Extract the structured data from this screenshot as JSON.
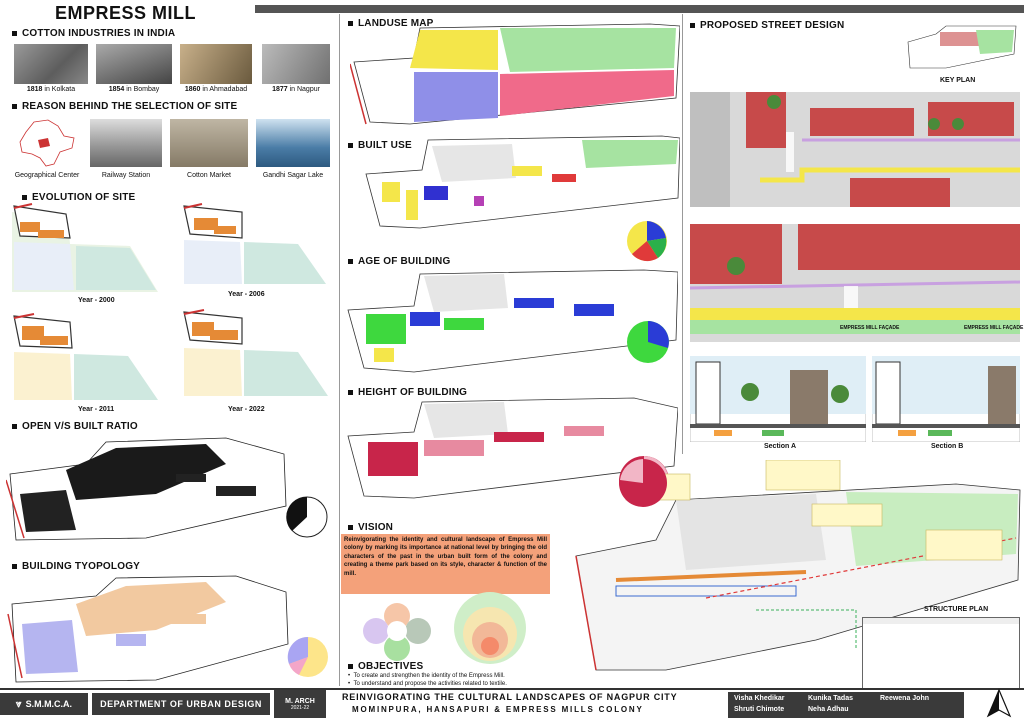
{
  "title": "EMPRESS MILL",
  "sections": {
    "cotton": "COTTON INDUSTRIES IN INDIA",
    "reason": "REASON  BEHIND THE SELECTION OF SITE",
    "evolution": "EVOLUTION OF SITE",
    "open_ratio": "OPEN V/S BUILT RATIO",
    "typology": "BUILDING TYOPOLOGY",
    "landuse": "LANDUSE MAP",
    "built_use": "BUILT USE",
    "age": "AGE OF BUILDING",
    "height": "HEIGHT OF BUILDING",
    "vision": "VISION",
    "objectives": "OBJECTIVES",
    "street": "PROPOSED STREET DESIGN",
    "structure_plan": "STRUCTURE PLAN",
    "key_plan": "KEY PLAN"
  },
  "cotton_items": [
    {
      "year": "1818",
      "place": " in Kolkata"
    },
    {
      "year": "1854",
      "place": " in Bombay"
    },
    {
      "year": "1860",
      "place": " in Ahmadabad"
    },
    {
      "year": "1877",
      "place": " in Nagpur"
    }
  ],
  "reason_items": [
    "Geographical Center",
    "Railway Station",
    "Cotton Market",
    "Gandhi Sagar Lake"
  ],
  "evolution_years": [
    "Year - 2000",
    "Year - 2006",
    "Year - 2011",
    "Year - 2022"
  ],
  "vision_text": "Reinvigorating the identity and cultural landscape of Empress Mill colony by marking its importance at national level by bringing the old characters of the past in the urban built form of the colony and creating a theme park based on its style, character & function of the mill.",
  "objectives": [
    "To create and strengthen the identity of the Empress Mill.",
    "To understand and propose the activities related to textile."
  ],
  "sections_labels": [
    "Section A",
    "Section B"
  ],
  "facade_labels": [
    "EMPRESS MILL FAÇADE",
    "EMPRESS MILL FAÇADE"
  ],
  "footer": {
    "school": "S.M.M.C.A.",
    "dept": "DEPARTMENT  OF URBAN DESIGN",
    "course": "M. ARCH",
    "session": "2021-22",
    "project": "REINVIGORATING THE CULTURAL LANDSCAPES OF NAGPUR CITY",
    "subtitle": "MOMINPURA, HANSAPURI & EMPRESS MILLS COLONY",
    "names": [
      "Visha Khedikar",
      "Kunika Tadas",
      "Reewena John",
      "Shruti Chimote",
      "Neha Adhau"
    ]
  },
  "colors": {
    "green": "#a6e3a1",
    "pink": "#f06a8a",
    "blue": "#8f8fe8",
    "yellow": "#f4e64a",
    "red_roof": "#c74a4a",
    "crimson": "#c8254a",
    "road": "#d9d9d9",
    "vision_bg": "#f4a17a"
  }
}
